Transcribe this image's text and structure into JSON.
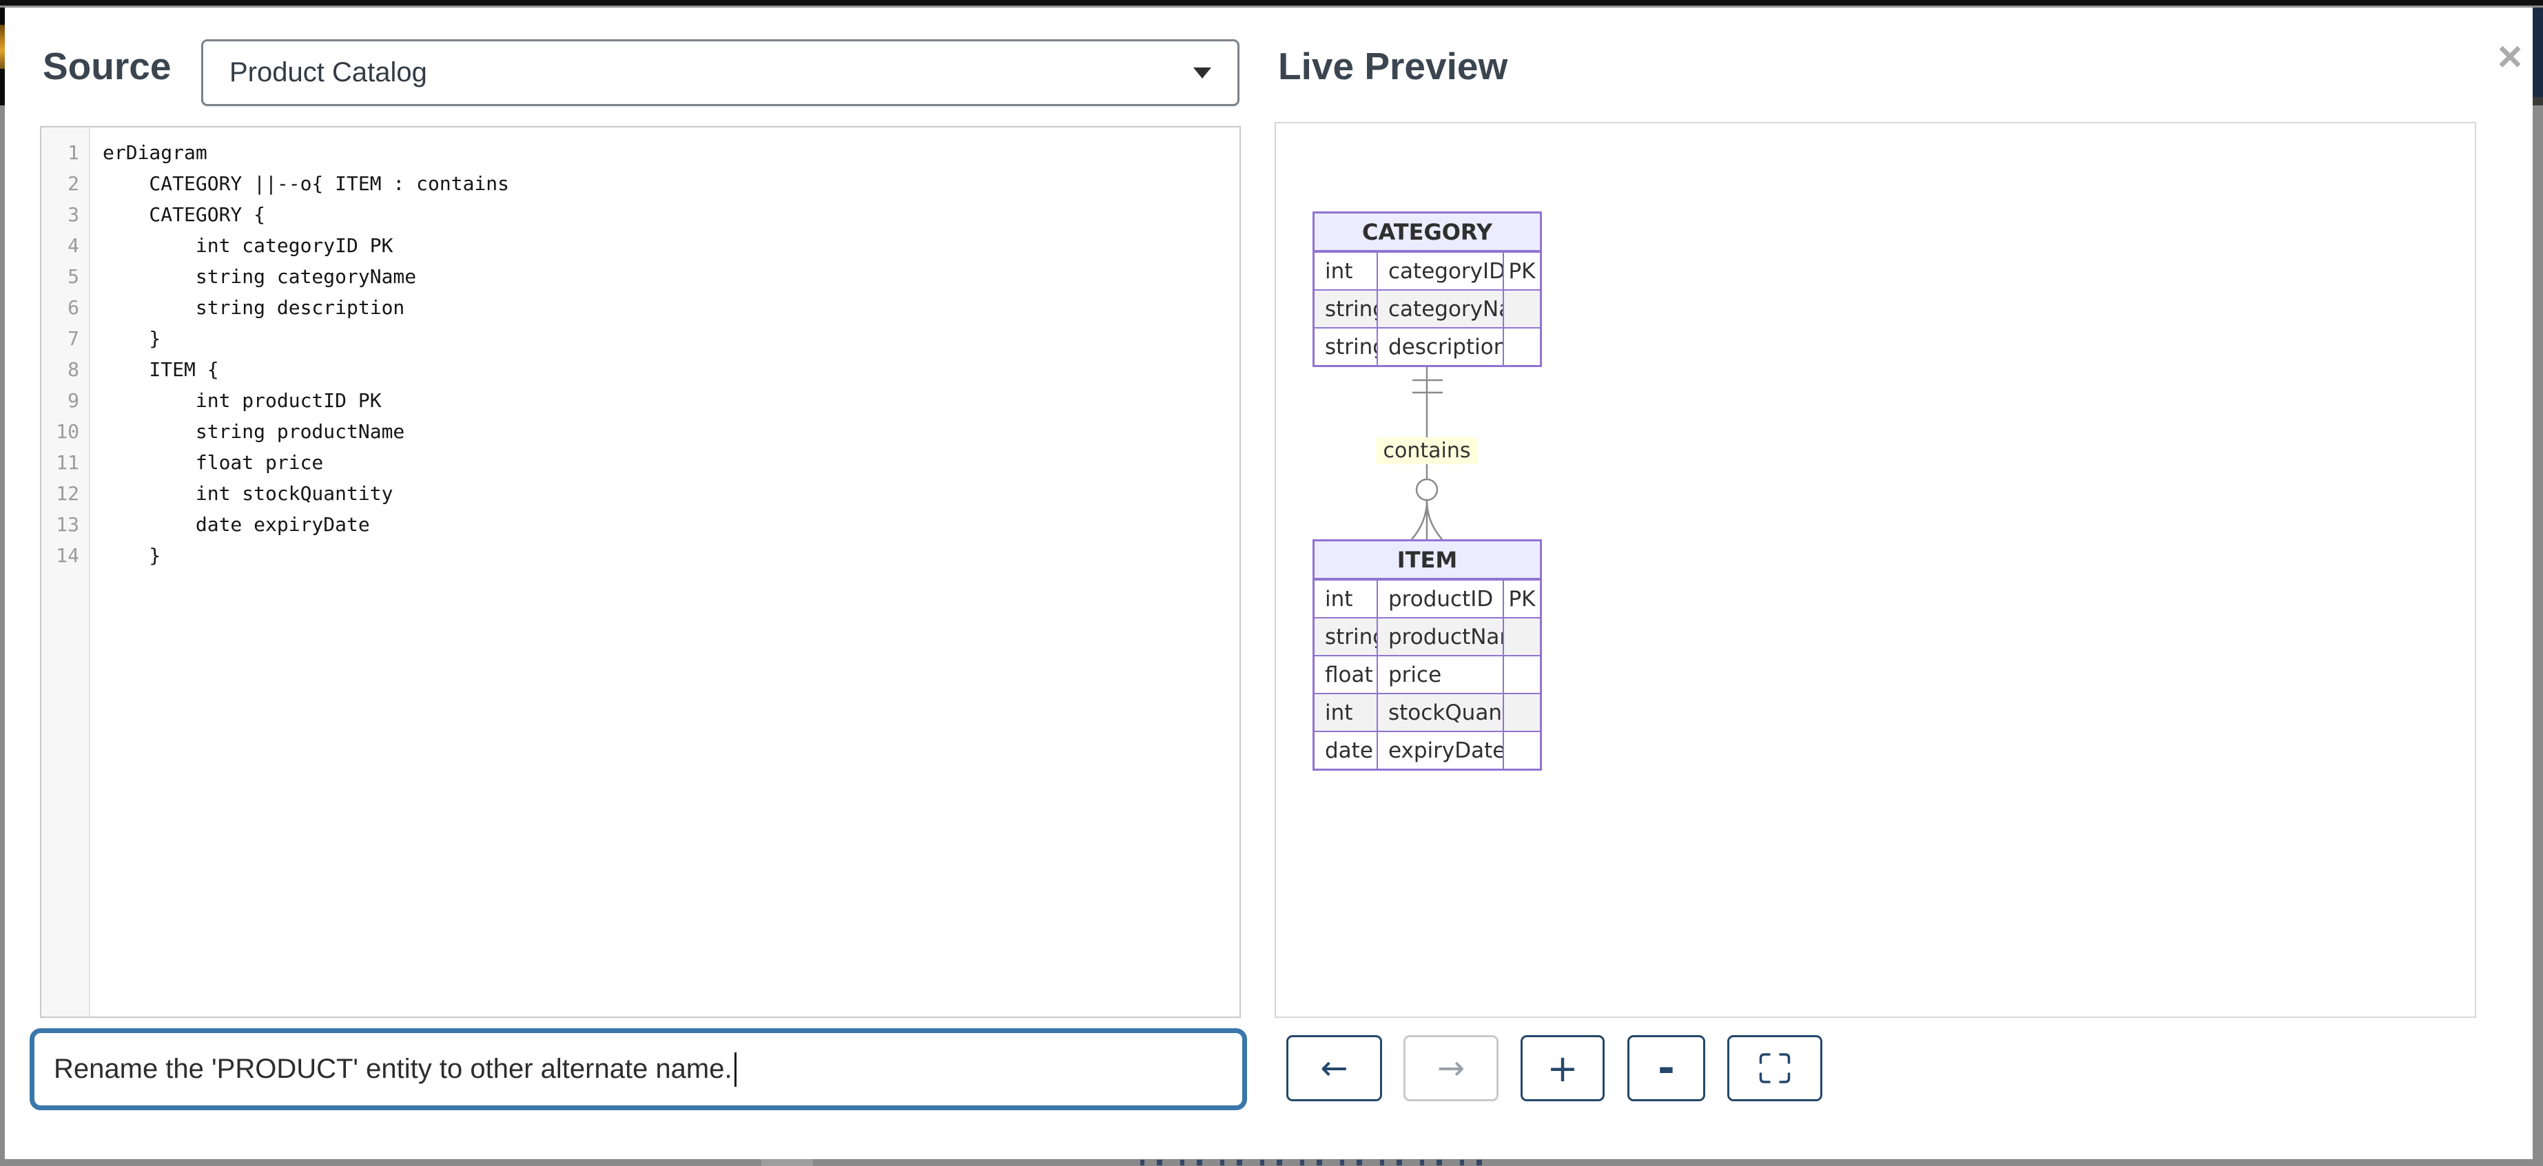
{
  "window": {
    "close_label": "×"
  },
  "source_panel": {
    "heading": "Source",
    "diagram_dropdown": {
      "value": "Product Catalog"
    },
    "code_lines": [
      "erDiagram",
      "    CATEGORY ||--o{ ITEM : contains",
      "    CATEGORY {",
      "        int categoryID PK",
      "        string categoryName",
      "        string description",
      "    }",
      "    ITEM {",
      "        int productID PK",
      "        string productName",
      "        float price",
      "        int stockQuantity",
      "        date expiryDate",
      "    }"
    ]
  },
  "preview_panel": {
    "heading": "Live Preview",
    "diagram": {
      "entities": [
        {
          "name": "CATEGORY",
          "attributes": [
            {
              "type": "int",
              "name": "categoryID",
              "key": "PK"
            },
            {
              "type": "string",
              "name": "categoryName",
              "key": ""
            },
            {
              "type": "string",
              "name": "description",
              "key": ""
            }
          ]
        },
        {
          "name": "ITEM",
          "attributes": [
            {
              "type": "int",
              "name": "productID",
              "key": "PK"
            },
            {
              "type": "string",
              "name": "productName",
              "key": ""
            },
            {
              "type": "float",
              "name": "price",
              "key": ""
            },
            {
              "type": "int",
              "name": "stockQuantity",
              "key": ""
            },
            {
              "type": "date",
              "name": "expiryDate",
              "key": ""
            }
          ]
        }
      ],
      "relationship": {
        "from": "CATEGORY",
        "to": "ITEM",
        "label": "contains",
        "cardinality": "||--o{"
      }
    }
  },
  "chat": {
    "input_value": "Rename the 'PRODUCT' entity to other alternate name."
  },
  "toolbar": {
    "back_label": "←",
    "forward_label": "→",
    "zoom_in_label": "+",
    "zoom_out_label": "-",
    "fullscreen_icon": "fullscreen-icon"
  },
  "colors": {
    "focus_blue": "#3a77aa",
    "button_navy": "#24476b",
    "er_border_purple": "#9173d2",
    "er_header_fill": "#ECECFF",
    "er_even_row_fill": "#f2f2f2",
    "edge_label_fill": "#ffffde",
    "edge_line_gray": "#8b8b8b"
  }
}
